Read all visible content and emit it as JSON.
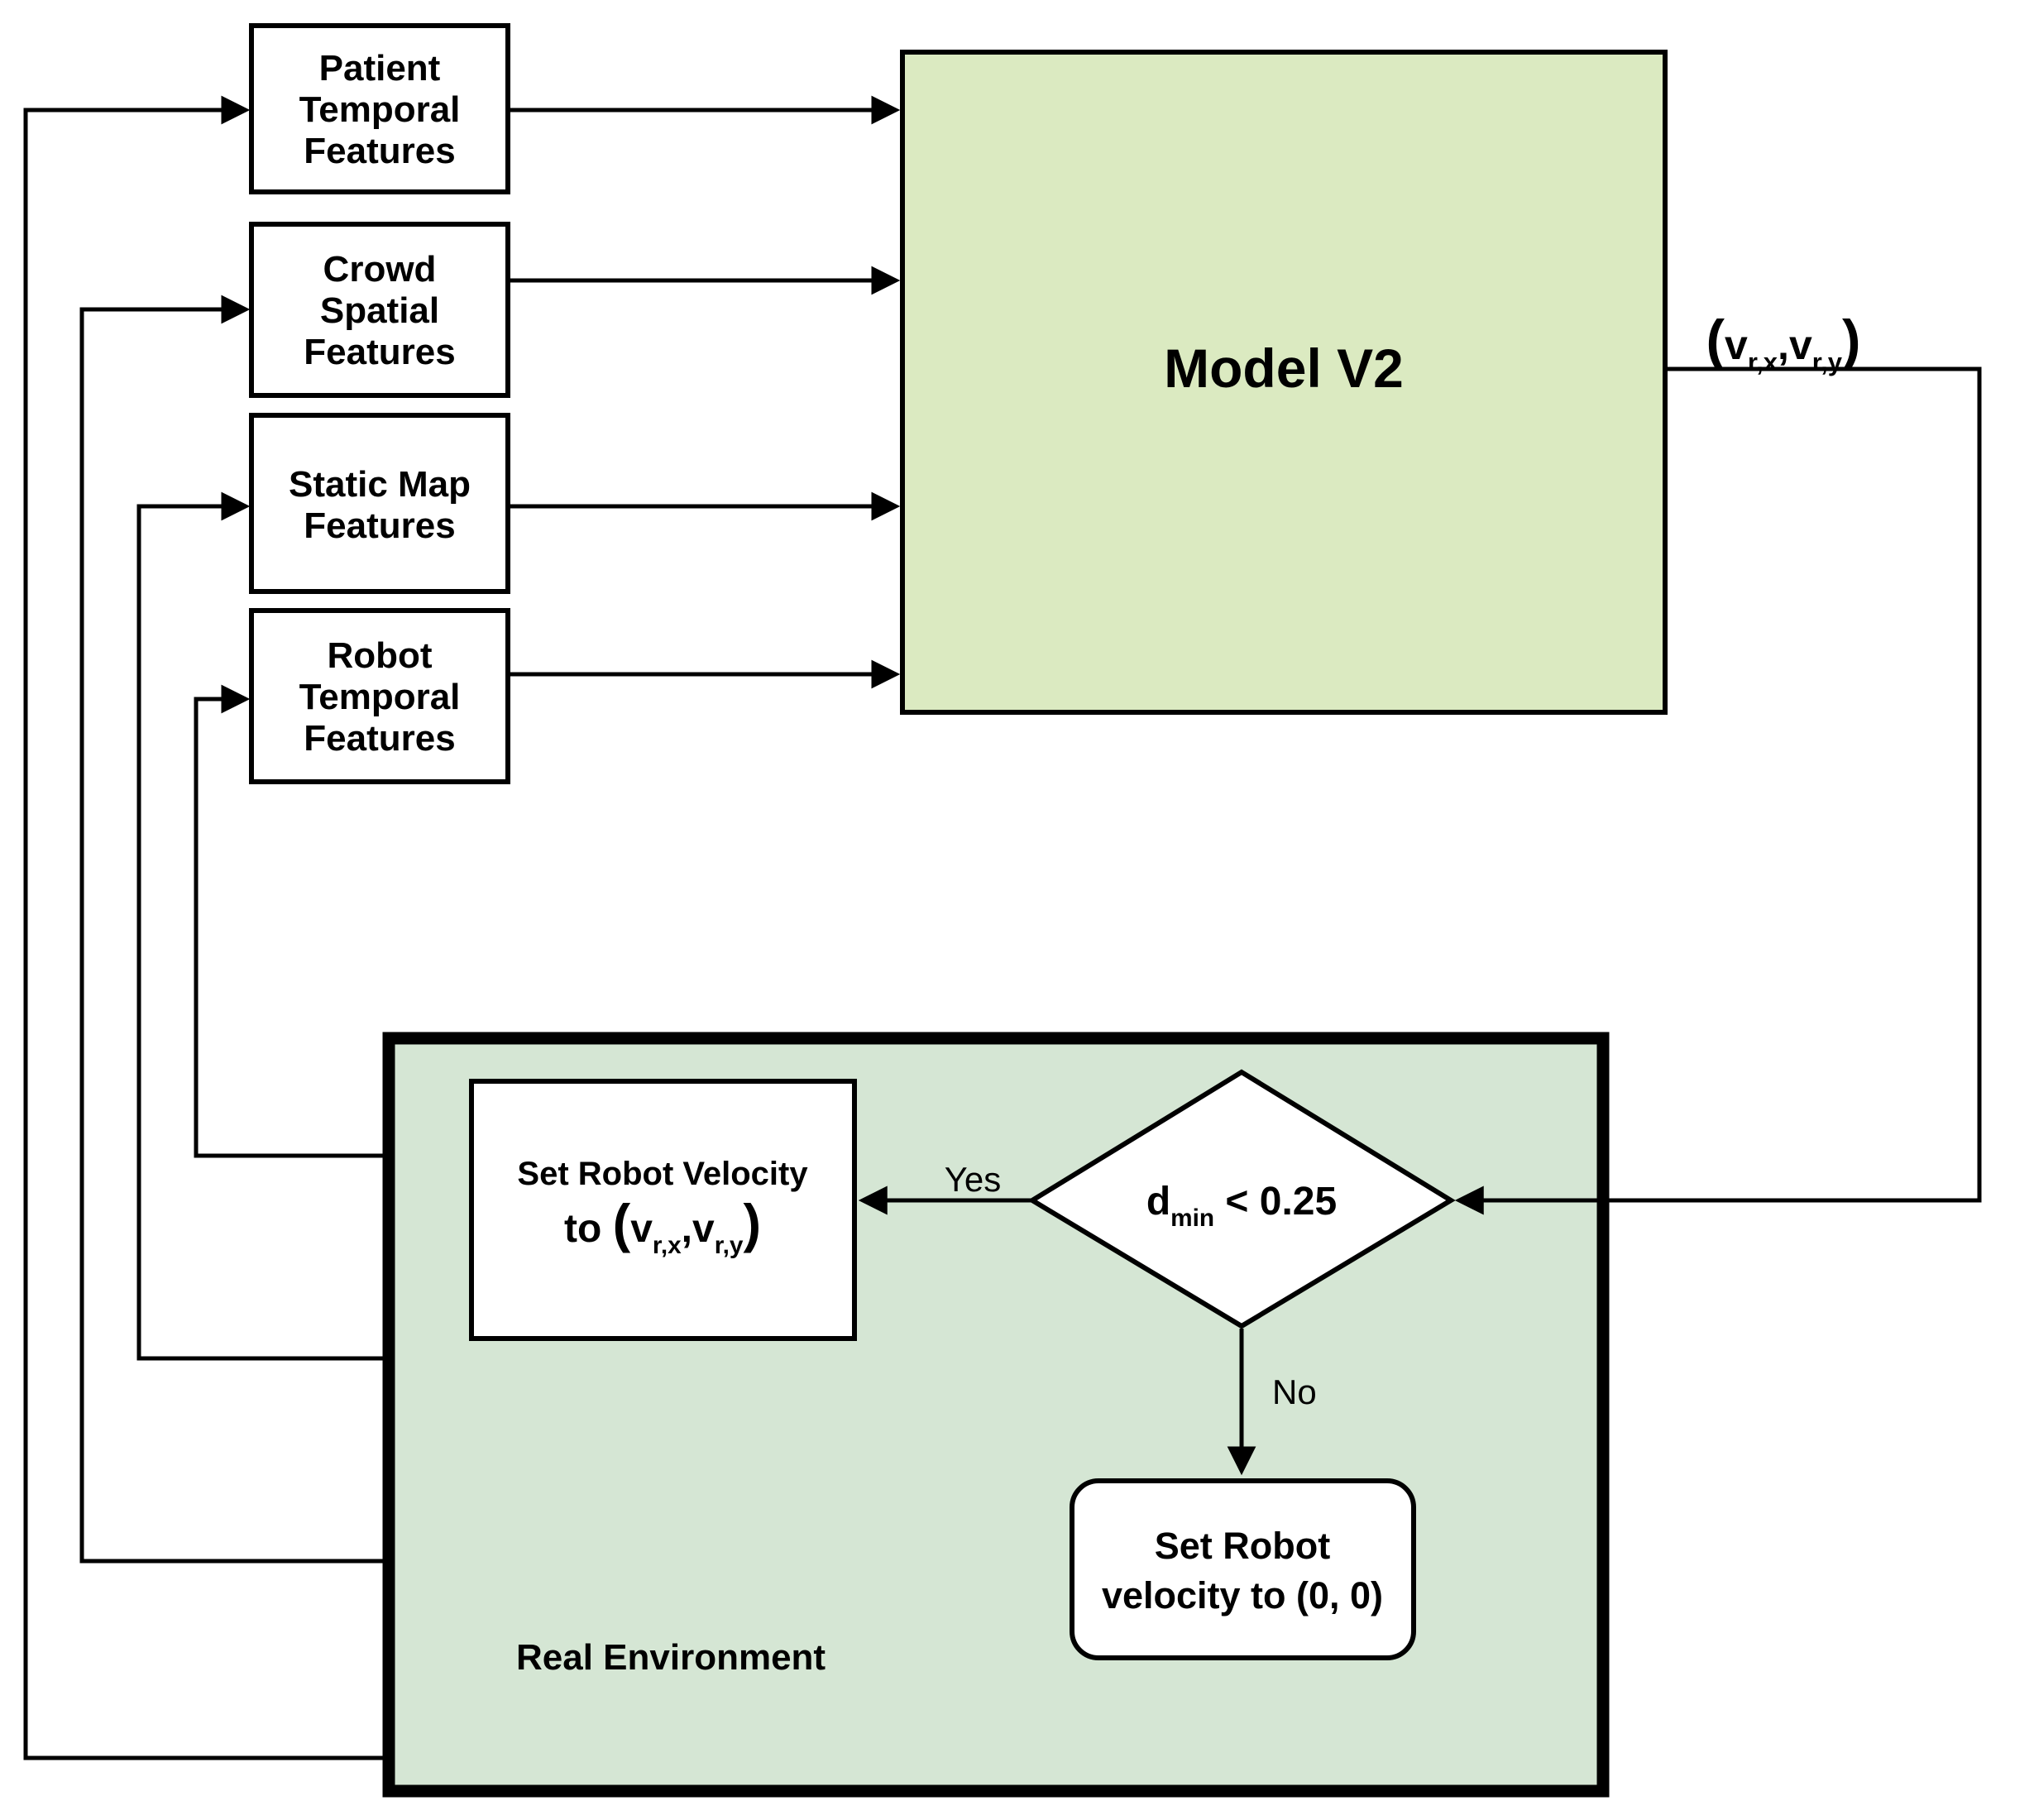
{
  "diagram": {
    "colors": {
      "model_fill": "#dbeac1",
      "environment_fill": "#d5e6d4",
      "node_fill": "#ffffff",
      "line": "#000000",
      "background": "#ffffff"
    },
    "nodes": {
      "patient": {
        "lines": [
          "Patient",
          "Temporal",
          "Features"
        ]
      },
      "crowd": {
        "lines": [
          "Crowd",
          "Spatial",
          "Features"
        ]
      },
      "static_map": {
        "lines": [
          "Static Map",
          "Features"
        ]
      },
      "robot": {
        "lines": [
          "Robot",
          "Temporal",
          "Features"
        ]
      },
      "model": {
        "label": "Model V2"
      },
      "set_velocity": {
        "line1": "Set Robot Velocity",
        "line2_parts": [
          {
            "t": "to "
          },
          {
            "t": "(",
            "big": true
          },
          {
            "t": "v"
          },
          {
            "t": "r,x",
            "sub": true
          },
          {
            "t": ",v"
          },
          {
            "t": "r,y",
            "sub": true
          },
          {
            "t": ")",
            "big": true
          }
        ]
      },
      "decision": {
        "label_parts": [
          {
            "t": "d"
          },
          {
            "t": "min",
            "sub": true
          },
          {
            "t": " < 0.25"
          }
        ]
      },
      "stop": {
        "lines": [
          "Set Robot",
          "velocity to (0, 0)"
        ]
      },
      "environment": {
        "label": "Real Environment"
      }
    },
    "edges": {
      "output_label_parts": [
        {
          "t": "(",
          "big": true
        },
        {
          "t": "v"
        },
        {
          "t": "r,x",
          "sub": true
        },
        {
          "t": ",v"
        },
        {
          "t": "r,y",
          "sub": true
        },
        {
          "t": ")",
          "big": true
        }
      ],
      "yes_label": "Yes",
      "no_label": "No"
    }
  }
}
